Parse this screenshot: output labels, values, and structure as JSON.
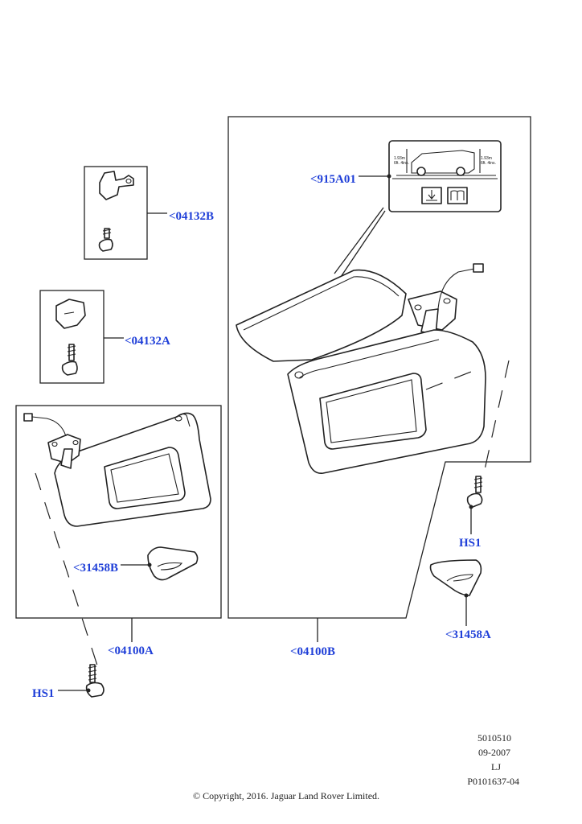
{
  "callouts": {
    "c915a01": "<915A01",
    "c04132b": "<04132B",
    "c04132a": "<04132A",
    "c31458b": "<31458B",
    "c04100a": "<04100A",
    "c04100b": "<04100B",
    "c31458a": "<31458A",
    "hs1_right": "HS1",
    "hs1_left": "HS1"
  },
  "label_decal": {
    "height_left": "1.93m",
    "height_left_imperial": "6ft. 4ins.",
    "height_right": "1.93m",
    "height_right_imperial": "6ft. 4ins."
  },
  "footer": {
    "ref1": "5010510",
    "date": "09-2007",
    "author": "LJ",
    "ref2": "P0101637-04",
    "copyright": "© Copyright, 2016. Jaguar Land Rover Limited."
  },
  "colors": {
    "callout": "#1f3fd8",
    "line": "#222222"
  }
}
